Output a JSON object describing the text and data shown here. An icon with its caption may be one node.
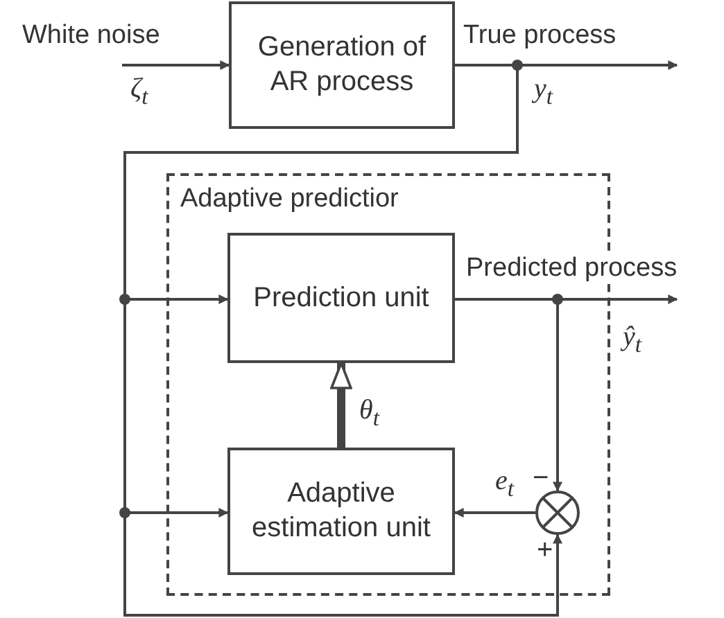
{
  "diagram": {
    "nodes": [
      {
        "text": [
          "Generation of AR process"
        ]
      },
      {
        "text": [
          "Adaptive predictior"
        ]
      },
      {
        "text": [
          "Prediction unit"
        ],
        "in": 1
      },
      {
        "text": [
          "Adaptive estimation unit"
        ],
        "in": 1
      },
      {
        "text": [],
        "shape": "circle",
        "in": 1
      }
    ],
    "edges": [
      {
        "from": null,
        "to": 0,
        "arrow": "to",
        "label": "White noise"
      },
      {
        "from": 0,
        "to": null,
        "arrow": "to",
        "label": "True process"
      },
      {
        "from": 0,
        "to": 2,
        "arrow": "to"
      },
      {
        "from": 0,
        "to": 3,
        "arrow": "to"
      },
      {
        "from": 0,
        "to": 4,
        "arrow": "to"
      },
      {
        "from": 2,
        "to": null,
        "arrow": "to",
        "label": "Predicted process"
      },
      {
        "from": 2,
        "to": 4,
        "arrow": "to"
      },
      {
        "from": 3,
        "to": 2,
        "arrow": "to",
        "style": "thick",
        "label": "θ$_{t}$"
      },
      {
        "from": 4,
        "to": 3,
        "arrow": "to",
        "label": "e$_{t}$"
      }
    ],
    "labels": [
      "ζ$_{t}$",
      "y$_{t}$",
      "ŷ$_{t}$",
      "−",
      "+"
    ]
  }
}
